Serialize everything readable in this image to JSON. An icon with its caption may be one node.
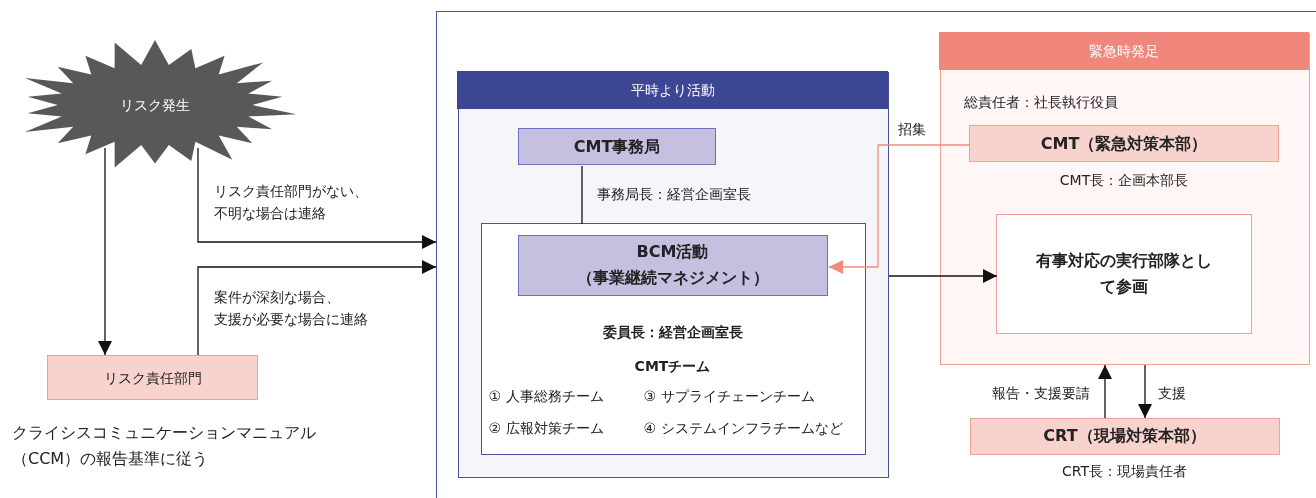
{
  "diagram": {
    "nodes": [
      {
        "text": [],
        "shape": "box"
      },
      {
        "text": [
          "平時より活動"
        ],
        "in": 0
      },
      {
        "text": [
          "CMT事務局"
        ],
        "in": 1,
        "beside": [
          "事務局長：経営企画室長"
        ]
      },
      {
        "text": [
          "委員長：経営企画室長",
          "CMTチーム",
          "① 人事総務チーム",
          "③ サプライチェーンチーム",
          "② 広報対策チーム",
          "④ システムインフラチームなど"
        ],
        "in": 1
      },
      {
        "text": [
          "BCM活動（事業継続マネジメント）"
        ],
        "in": 3
      },
      {
        "text": [
          "緊急時発足",
          "総責任者：社長執行役員"
        ],
        "in": 0
      },
      {
        "text": [
          "CMT（緊急対策本部）"
        ],
        "in": 5,
        "beside": [
          "CMT長：企画本部長"
        ]
      },
      {
        "text": [
          "有事対応の実行部隊として参画"
        ],
        "in": 5
      },
      {
        "text": [
          "CRT（現場対策本部）"
        ],
        "in": 0,
        "beside": [
          "CRT長：現場責任者"
        ]
      },
      {
        "text": [
          "リスク発生"
        ]
      },
      {
        "text": [
          "リスク責任部門"
        ]
      }
    ],
    "edges": [
      {
        "from": 9,
        "to": 10,
        "arrow": "to"
      },
      {
        "from": 9,
        "to": 0,
        "arrow": "to",
        "label": "リスク責任部門がない、不明な場合は連絡"
      },
      {
        "from": 10,
        "to": 0,
        "arrow": "to",
        "label": "案件が深刻な場合、支援が必要な場合に連絡"
      },
      {
        "from": 2,
        "to": 3,
        "arrow": "none"
      },
      {
        "from": 6,
        "to": 4,
        "arrow": "to",
        "label": "招集",
        "color": "#f08a80"
      },
      {
        "from": 1,
        "to": 7,
        "arrow": "to"
      },
      {
        "from": 8,
        "to": 5,
        "arrow": "to",
        "label": "報告・支援要請"
      },
      {
        "from": 5,
        "to": 8,
        "arrow": "to",
        "label": "支援"
      }
    ],
    "labels": [
      "クライシスコミュニケーションマニュアル（CCM）の報告基準に従う"
    ]
  }
}
